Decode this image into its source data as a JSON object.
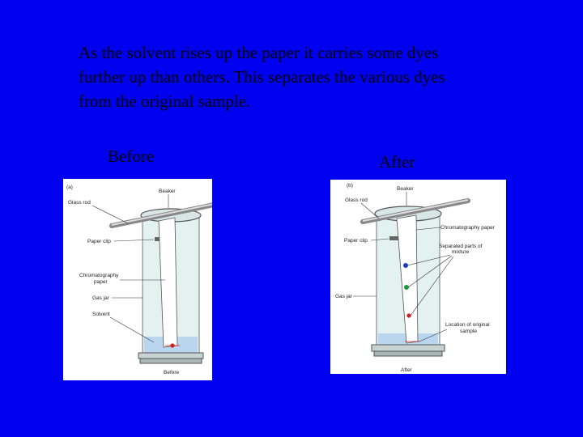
{
  "slide": {
    "text_lines": [
      "As the solvent rises up the paper it carries some dyes",
      "further up than others. This separates the various dyes",
      "from the original sample."
    ],
    "before_label": "Before",
    "after_label": "After"
  },
  "before_figure": {
    "panel_tag": "(a)",
    "beaker": "Beaker",
    "glass_rod": "Glass rod",
    "paper_clip": "Paper clip",
    "chrom_paper_1": "Chromatography",
    "chrom_paper_2": "paper",
    "gas_jar": "Gas jar",
    "solvent": "Solvent",
    "caption": "Before"
  },
  "after_figure": {
    "panel_tag": "(b)",
    "beaker": "Beaker",
    "glass_rod": "Glass rod",
    "chrom_paper": "Chromatography paper",
    "paper_clip": "Paper clip",
    "separated_1": "Separated parts of",
    "separated_2": "mixture",
    "gas_jar": "Gas jar",
    "location_1": "Location of original",
    "location_2": "sample",
    "caption": "After"
  },
  "colors": {
    "background": "#0000f0",
    "dye_blue": "#1a3ccc",
    "dye_green": "#1a9a3a",
    "dye_red": "#d02020"
  }
}
